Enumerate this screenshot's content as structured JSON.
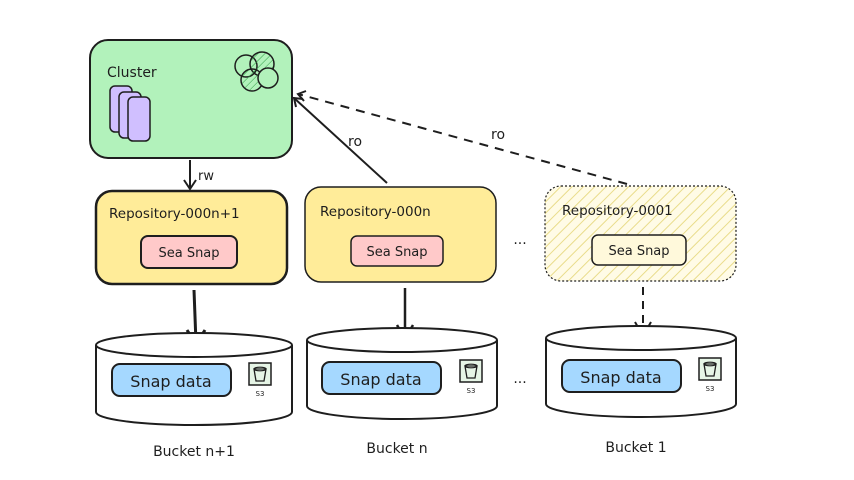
{
  "cluster": {
    "label": "Cluster"
  },
  "repositories": [
    {
      "label": "Repository-000n+1",
      "snap_label": "Sea Snap",
      "access": "rw"
    },
    {
      "label": "Repository-000n",
      "snap_label": "Sea Snap",
      "access": "ro"
    },
    {
      "label": "Repository-0001",
      "snap_label": "Sea Snap",
      "access": "ro"
    }
  ],
  "buckets": [
    {
      "label": "Bucket n+1",
      "data_label": "Snap data",
      "s3_label": "S3"
    },
    {
      "label": "Bucket n",
      "data_label": "Snap data",
      "s3_label": "S3"
    },
    {
      "label": "Bucket 1",
      "data_label": "Snap data",
      "s3_label": "S3"
    }
  ],
  "ellipsis": "...",
  "colors": {
    "cluster_fill": "#b2f2bb",
    "repo_fill": "#ffec99",
    "repo_faded_fill": "#fff9db",
    "snap_fill": "#ffc9c9",
    "data_fill": "#a5d8ff",
    "node_fill": "#d0bfff",
    "stroke": "#1e1e1e"
  }
}
